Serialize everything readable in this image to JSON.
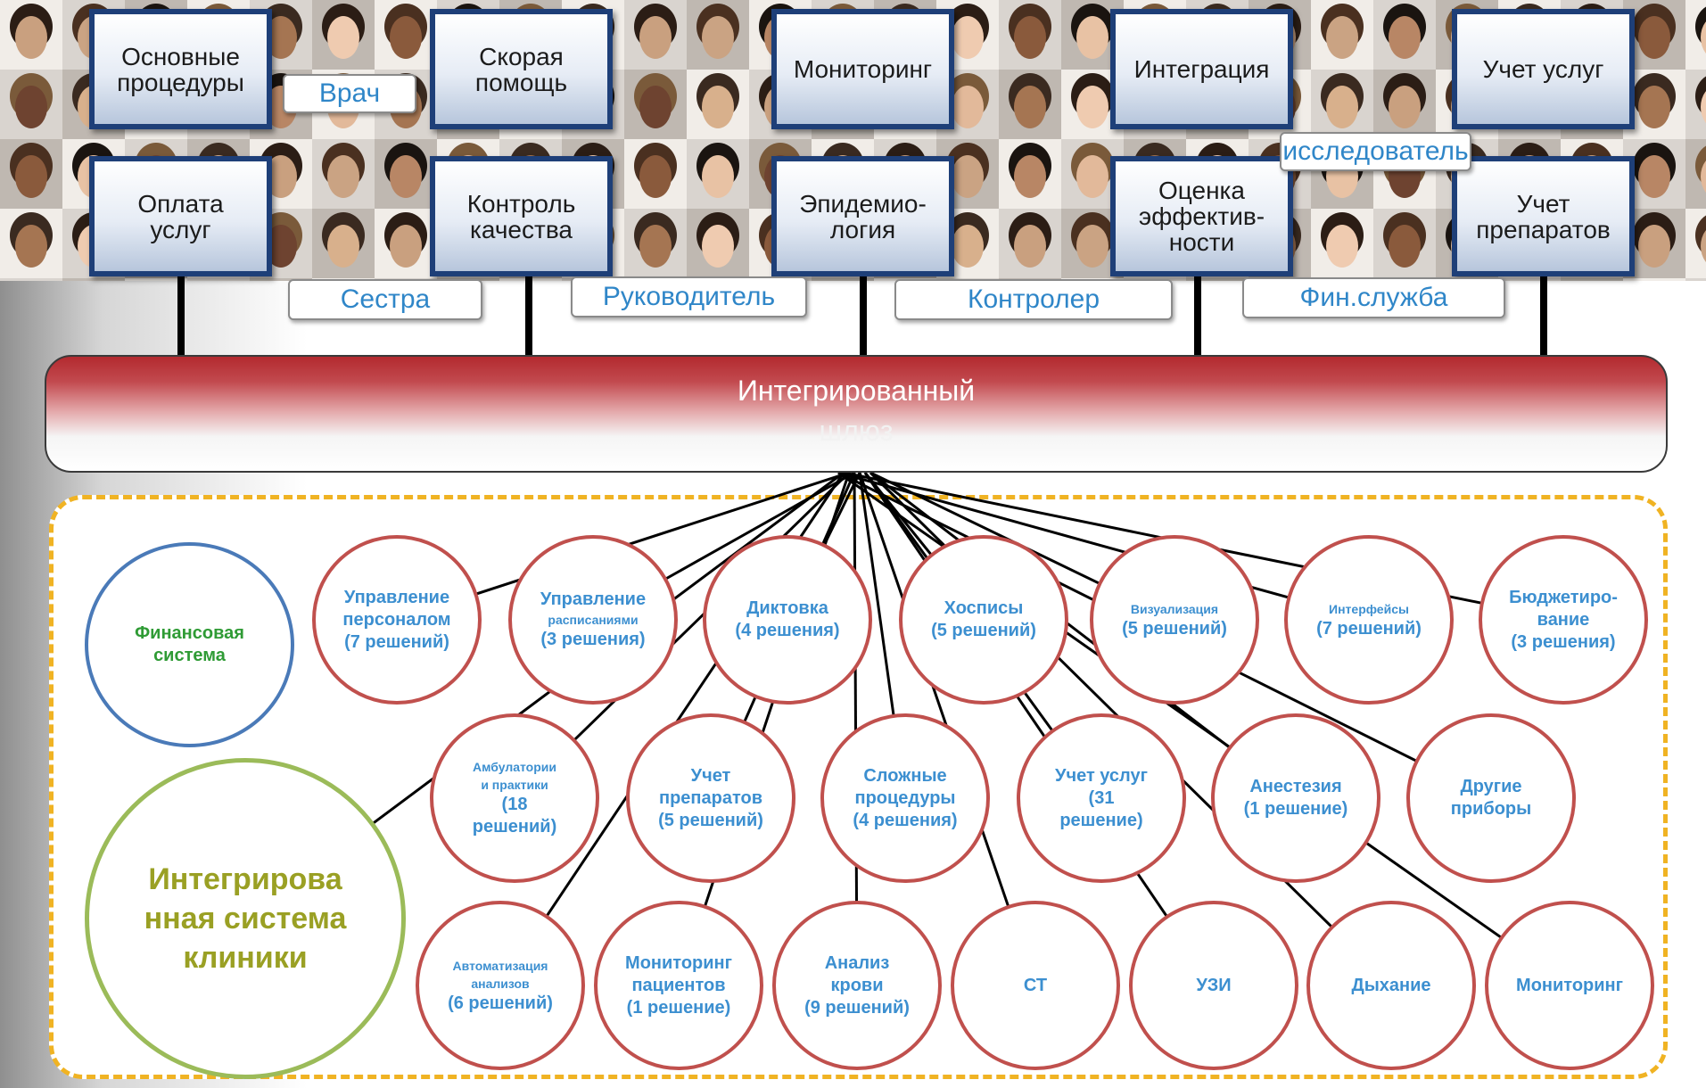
{
  "top_modules": [
    {
      "label": "Основные\nпроцедуры"
    },
    {
      "label": "Скорая\nпомощь"
    },
    {
      "label": "Мониторинг"
    },
    {
      "label": "Интеграция"
    },
    {
      "label": "Учет услуг"
    },
    {
      "label": "Оплата\nуслуг"
    },
    {
      "label": "Контроль\nкачества"
    },
    {
      "label": "Эпидемио-\nлогия"
    },
    {
      "label": "Оценка\nэффектив-\nности"
    },
    {
      "label": "Учет\nпрепаратов"
    }
  ],
  "roles": [
    {
      "label": "Врач"
    },
    {
      "label": "исследователь"
    },
    {
      "label": "Сестра"
    },
    {
      "label": "Руководитель"
    },
    {
      "label": "Контролер"
    },
    {
      "label": "Фин.служба"
    }
  ],
  "gateway": {
    "line1": "Интегрированный",
    "line2": "шлюз"
  },
  "nodes": [
    {
      "kind": "fin",
      "title": "Финансовая\nсистема"
    },
    {
      "kind": "ehr",
      "title": "Интегрирова\nнная система\nклиники"
    },
    {
      "kind": "sub",
      "title": "Управление\nперсоналом\n(7 решений)"
    },
    {
      "kind": "sub",
      "title": "Управление",
      "small": "расписаниями",
      "after": "(3 решения)"
    },
    {
      "kind": "sub",
      "title": "Диктовка\n(4 решения)"
    },
    {
      "kind": "sub",
      "title": "Хосписы\n(5 решений)"
    },
    {
      "kind": "sub",
      "small": "Визуализация",
      "after": "(5 решений)"
    },
    {
      "kind": "sub",
      "small": "Интерфейсы",
      "after": "(7 решений)"
    },
    {
      "kind": "sub",
      "title": "Бюджетиро-\nвание\n(3 решения)"
    },
    {
      "kind": "sub",
      "small": "Амбулатории\nи практики",
      "after": "(18\nрешений)"
    },
    {
      "kind": "sub",
      "title": "Учет\nпрепаратов\n(5 решений)"
    },
    {
      "kind": "sub",
      "title": "Сложные\nпроцедуры\n(4 решения)"
    },
    {
      "kind": "sub",
      "title": "Учет услуг\n(31\nрешение)"
    },
    {
      "kind": "sub",
      "title": "Анестезия\n(1 решение)"
    },
    {
      "kind": "sub",
      "title": "Другие\nприборы"
    },
    {
      "kind": "sub",
      "small": "Автоматизация\nанализов",
      "after": "(6 решений)"
    },
    {
      "kind": "sub",
      "title": "Мониторинг\nпациентов\n(1 решение)"
    },
    {
      "kind": "sub",
      "title": "Анализ\nкрови\n(9 решений)"
    },
    {
      "kind": "sub",
      "title": "СТ"
    },
    {
      "kind": "sub",
      "title": "УЗИ"
    },
    {
      "kind": "sub",
      "title": "Дыхание"
    },
    {
      "kind": "sub",
      "title": "Мониторинг"
    }
  ],
  "colors": {
    "module_border": "#1e3f78",
    "role_text": "#2f86c8",
    "gateway_red": "#b32a2f",
    "zone_border": "#f0b323",
    "node_border": "#c0504d",
    "node_text": "#3c8fd0",
    "fin_border": "#4a7ab8",
    "fin_text": "#2f9b35",
    "ehr_border": "#9bbb59",
    "ehr_text": "#9aa024"
  }
}
